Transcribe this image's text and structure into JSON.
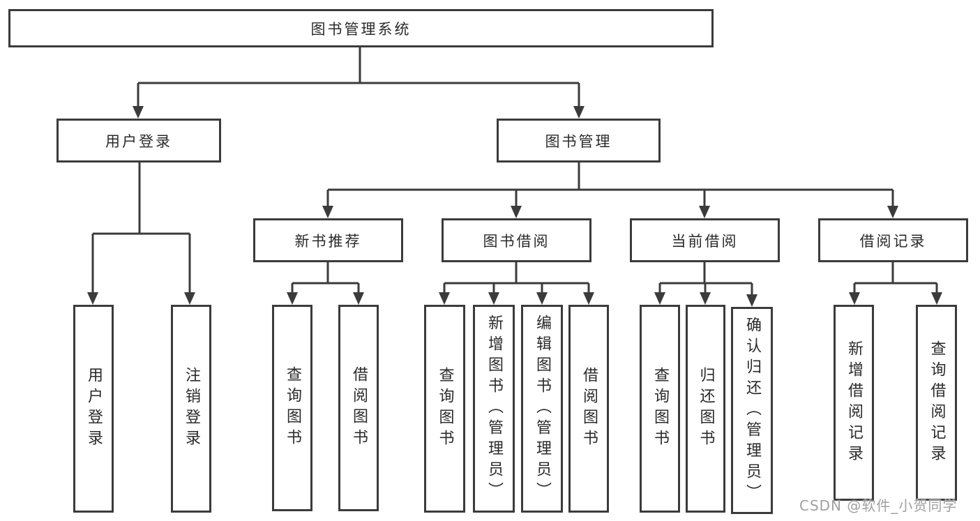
{
  "root": {
    "label": "图书管理系统"
  },
  "branches": [
    {
      "label": "用户登录",
      "children": [
        "用户登录",
        "注销登录"
      ]
    },
    {
      "label": "图书管理"
    }
  ],
  "modules": [
    {
      "label": "新书推荐",
      "children": [
        "查询图书",
        "借阅图书"
      ]
    },
    {
      "label": "图书借阅",
      "children": [
        "查询图书",
        "新增图书（管理员）",
        "编辑图书（管理员）",
        "借阅图书"
      ]
    },
    {
      "label": "当前借阅",
      "children": [
        "查询图书",
        "归还图书",
        "确认归还（管理员）"
      ]
    },
    {
      "label": "借阅记录",
      "children": [
        "新增借阅记录",
        "查询借阅记录"
      ]
    }
  ],
  "watermark": "CSDN @软件_小贺同学",
  "colors": {
    "line": "#3b3b3b",
    "box_border": "#3b3b3b",
    "text": "#2a2a2a",
    "background": "#ffffff",
    "watermark": "#a0a0a0"
  }
}
